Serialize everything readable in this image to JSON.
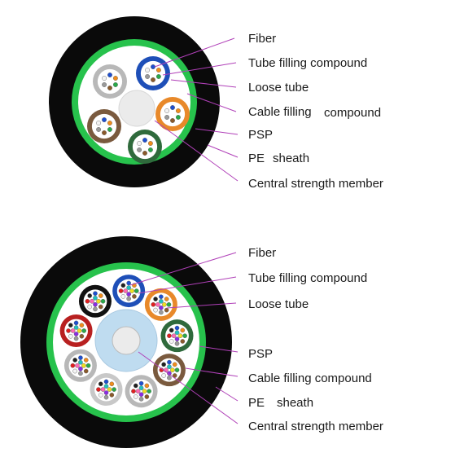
{
  "colors": {
    "sheath": "#0a0a0a",
    "psp": "#27c24c",
    "filling": "#ffffff",
    "leader": "#b040b8",
    "strength_member": "#ebebeb",
    "strength_surround": "#bfdcf0"
  },
  "diagram_top": {
    "labels": [
      "Fiber",
      "Tube filling compound",
      "Loose tube",
      "Cable filling",
      "compound",
      "PSP",
      "PE",
      "sheath",
      "Central strength member"
    ],
    "tube_colors": [
      "#1e4fb8",
      "#e8892a",
      "#2f6a3c",
      "#7a5a3e",
      "#b8b8b8"
    ]
  },
  "diagram_bottom": {
    "labels": [
      "Fiber",
      "Tube filling compound",
      "Loose tube",
      "PSP",
      "Cable filling compound",
      "PE",
      "sheath",
      "Central strength member"
    ],
    "tube_colors": [
      "#1e4fb8",
      "#e8892a",
      "#2f6a3c",
      "#7a5a3e",
      "#b8b8b8",
      "#c8c8c8",
      "#b8b8b8",
      "#b82020",
      "#111111"
    ]
  },
  "fiber_colors": [
    "#1e4fd0",
    "#f08c1c",
    "#2aa84a",
    "#8a5a2b",
    "#9a9a9a",
    "#f4f4f4",
    "#e02020",
    "#202020",
    "#f0e020",
    "#8a2be2",
    "#ff69b4",
    "#20c0c0"
  ]
}
